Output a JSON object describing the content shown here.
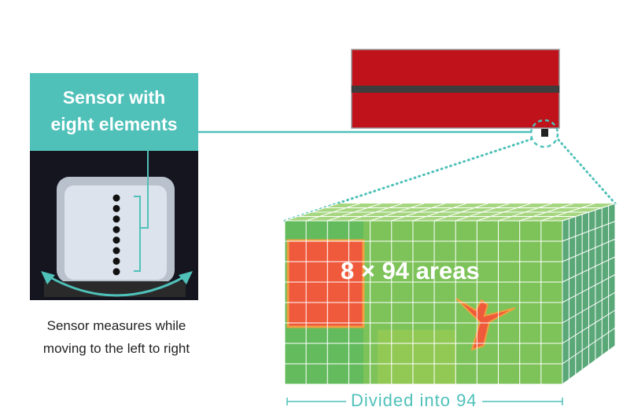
{
  "sensor_label": {
    "line1": "Sensor with",
    "line2": "eight elements"
  },
  "caption": {
    "line1": "Sensor measures while",
    "line2": "moving to the left to right"
  },
  "grid_label": "8 × 94 areas",
  "width_label": "Divided into 94",
  "sensor_element_count": 8,
  "colors": {
    "teal": "#4fc1b9",
    "unit_red": "#bf121a",
    "heat_green": "#7dc35a",
    "heat_red": "#ef5a3c",
    "side_green": "#5aa878"
  }
}
